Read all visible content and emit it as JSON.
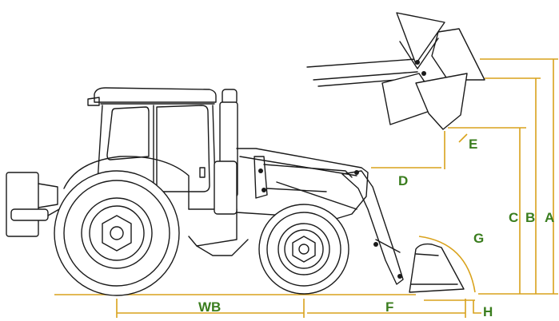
{
  "diagram": {
    "labels": {
      "A": "A",
      "B": "B",
      "C": "C",
      "D": "D",
      "E": "E",
      "F": "F",
      "G": "G",
      "H": "H",
      "WB": "WB"
    },
    "colors": {
      "dimension_lines": "#d9a21b",
      "label_text": "#3a7d1e",
      "outline": "#1a1a1a",
      "background": "#ffffff"
    }
  }
}
